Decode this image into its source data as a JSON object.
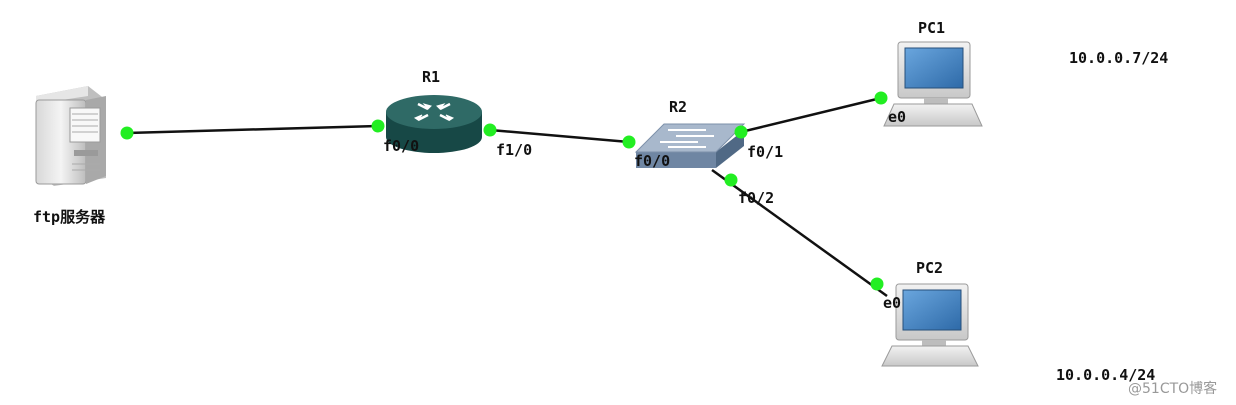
{
  "colors": {
    "link": "#111111",
    "port": "#22ee22",
    "router_top": "#2f6a66",
    "router_side": "#174846",
    "switch_top": "#a8b8cc",
    "switch_side": "#6f86a3",
    "screen": "#3d7fc2",
    "label": "#111111"
  },
  "devices": {
    "ftp_server": {
      "label": "ftp服务器",
      "icon": "server-icon"
    },
    "r1": {
      "label": "R1",
      "icon": "router-icon"
    },
    "r2": {
      "label": "R2",
      "icon": "switch-icon"
    },
    "pc1": {
      "label": "PC1",
      "icon": "pc-icon",
      "address": "10.0.0.7/24"
    },
    "pc2": {
      "label": "PC2",
      "icon": "pc-icon",
      "address": "10.0.0.4/24"
    }
  },
  "interfaces": {
    "r1_left": "f0/0",
    "r1_right": "f1/0",
    "r2_left": "f0/0",
    "r2_pc1": "f0/1",
    "r2_pc2": "f0/2",
    "pc1": "e0",
    "pc2": "e0"
  },
  "watermark": "@51CTO博客"
}
